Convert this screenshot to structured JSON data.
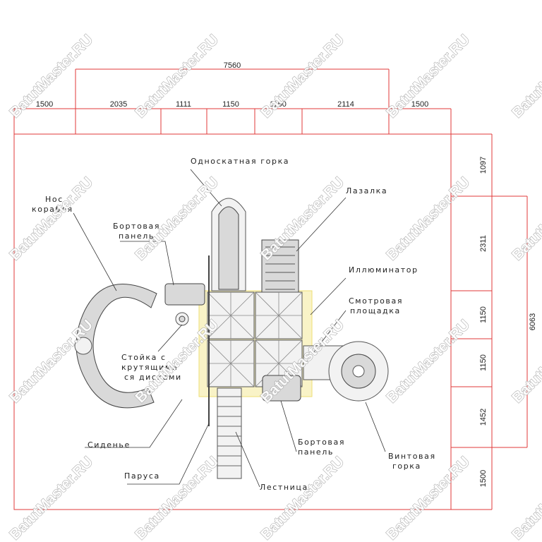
{
  "dimensions": {
    "total_width": "7560",
    "top_segments": [
      "1500",
      "2035",
      "1111",
      "1150",
      "1150",
      "2114",
      "1500"
    ],
    "total_depth": "6063",
    "right_segments": [
      "1097",
      "2311",
      "1150",
      "1150",
      "1452",
      "1500"
    ]
  },
  "labels": {
    "single_slide": "Односкатная горка",
    "climber": "Лазалка",
    "ship_bow": [
      "Нос",
      "корабля"
    ],
    "side_panel_left": [
      "Бортовая",
      "панель"
    ],
    "porthole": "Иллюминатор",
    "viewing_platform": [
      "Смотровая",
      "площадка"
    ],
    "spinner_post": [
      "Стойка с",
      "крутящими",
      "ся дисками"
    ],
    "seat": "Сиденье",
    "sails": "Паруса",
    "side_panel_right": [
      "Бортовая",
      "панель"
    ],
    "spiral_slide": [
      "Винтовая",
      "горка"
    ],
    "ladder": "Лестница"
  },
  "watermark": "BatutMaster.RU",
  "colors": {
    "dimension_lines": "#e03a3a",
    "drawing": "#555555",
    "platform_highlight": "#e8d23a"
  }
}
